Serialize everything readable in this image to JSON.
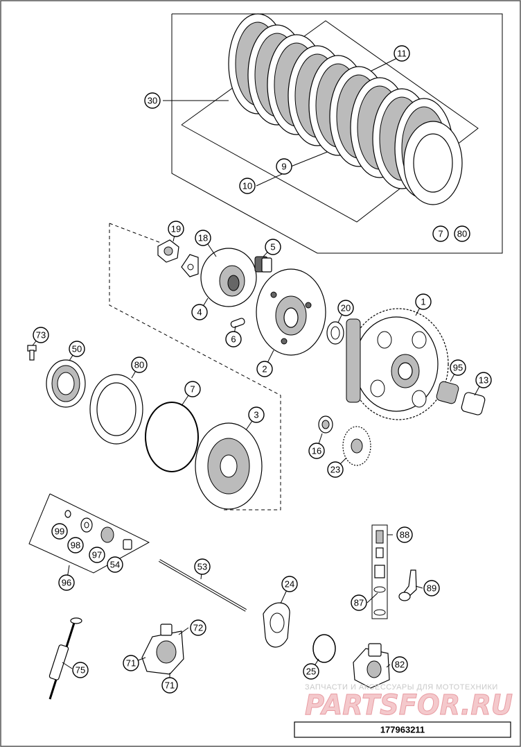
{
  "diagram": {
    "drawing_id": "177963211",
    "watermark": {
      "subtitle": "ЗАПЧАСТИ И АКСЕССУАРЫ ДЛЯ МОТОТЕХНИКИ",
      "logo": "PARTSFOR.RU"
    },
    "callouts": [
      {
        "id": "c30",
        "label": "30"
      },
      {
        "id": "c11",
        "label": "11"
      },
      {
        "id": "c9",
        "label": "9"
      },
      {
        "id": "c10",
        "label": "10"
      },
      {
        "id": "c7a",
        "label": "7"
      },
      {
        "id": "c80a",
        "label": "80"
      },
      {
        "id": "c19",
        "label": "19"
      },
      {
        "id": "c18",
        "label": "18"
      },
      {
        "id": "c5",
        "label": "5"
      },
      {
        "id": "c4",
        "label": "4"
      },
      {
        "id": "c6",
        "label": "6"
      },
      {
        "id": "c2",
        "label": "2"
      },
      {
        "id": "c20",
        "label": "20"
      },
      {
        "id": "c1",
        "label": "1"
      },
      {
        "id": "c73",
        "label": "73"
      },
      {
        "id": "c50",
        "label": "50"
      },
      {
        "id": "c80b",
        "label": "80"
      },
      {
        "id": "c7b",
        "label": "7"
      },
      {
        "id": "c3",
        "label": "3"
      },
      {
        "id": "c95",
        "label": "95"
      },
      {
        "id": "c13",
        "label": "13"
      },
      {
        "id": "c16",
        "label": "16"
      },
      {
        "id": "c23",
        "label": "23"
      },
      {
        "id": "c99",
        "label": "99"
      },
      {
        "id": "c98",
        "label": "98"
      },
      {
        "id": "c97",
        "label": "97"
      },
      {
        "id": "c54",
        "label": "54"
      },
      {
        "id": "c96",
        "label": "96"
      },
      {
        "id": "c53",
        "label": "53"
      },
      {
        "id": "c88",
        "label": "88"
      },
      {
        "id": "c89",
        "label": "89"
      },
      {
        "id": "c87",
        "label": "87"
      },
      {
        "id": "c24",
        "label": "24"
      },
      {
        "id": "c72",
        "label": "72"
      },
      {
        "id": "c71a",
        "label": "71"
      },
      {
        "id": "c71b",
        "label": "71"
      },
      {
        "id": "c75",
        "label": "75"
      },
      {
        "id": "c25",
        "label": "25"
      },
      {
        "id": "c82",
        "label": "82"
      }
    ]
  }
}
